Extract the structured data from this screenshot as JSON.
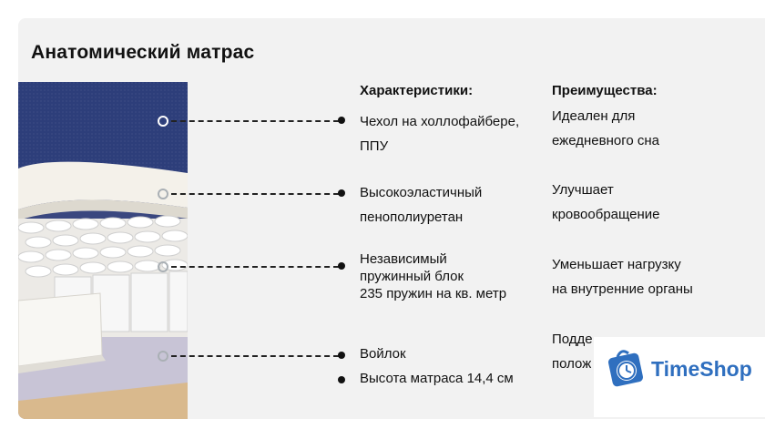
{
  "title": "Анатомический матрас",
  "headers": {
    "characteristics": "Характеристики:",
    "advantages": "Преимущества:"
  },
  "characteristics": [
    "Чехол  на холлофайбере,",
    "ППУ",
    "Высокоэластичный",
    "пенополиуретан",
    "Независимый",
    "пружинный блок",
    "235 пружин на кв. метр",
    "Войлок",
    "Высота матраса 14,4 см"
  ],
  "advantages": [
    "Идеален для",
    "ежедневного сна",
    "Улучшает",
    "кровообращение",
    "Уменьшает нагрузку",
    "на внутренние органы",
    "Подде",
    "полож"
  ],
  "watermark": {
    "brand": "TimeShop",
    "icon": "clock-bag-icon"
  },
  "colors": {
    "background_card": "#f2f2f2",
    "mattress_cover": "#2d3e7a",
    "brand_blue": "#2f6fbf"
  }
}
